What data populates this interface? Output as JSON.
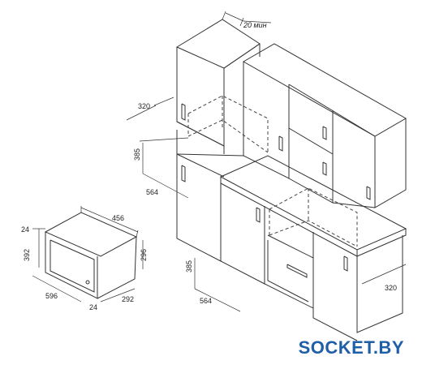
{
  "diagram": {
    "clearance_label": "20 мин",
    "upper_niche": {
      "width": "320",
      "height": "385",
      "depth": "564"
    },
    "lower_niche": {
      "width": "320",
      "height": "385",
      "depth": "564"
    },
    "appliance": {
      "width": "596",
      "height": "392",
      "depth": "292",
      "inner_width": "456",
      "inner_height": "296",
      "left_offset": "24",
      "bottom_offset": "24"
    }
  },
  "brand": {
    "text": "SOCKET.BY",
    "color": "#1f5fa8"
  },
  "colors": {
    "line": "#333333",
    "dash": "#444444"
  }
}
